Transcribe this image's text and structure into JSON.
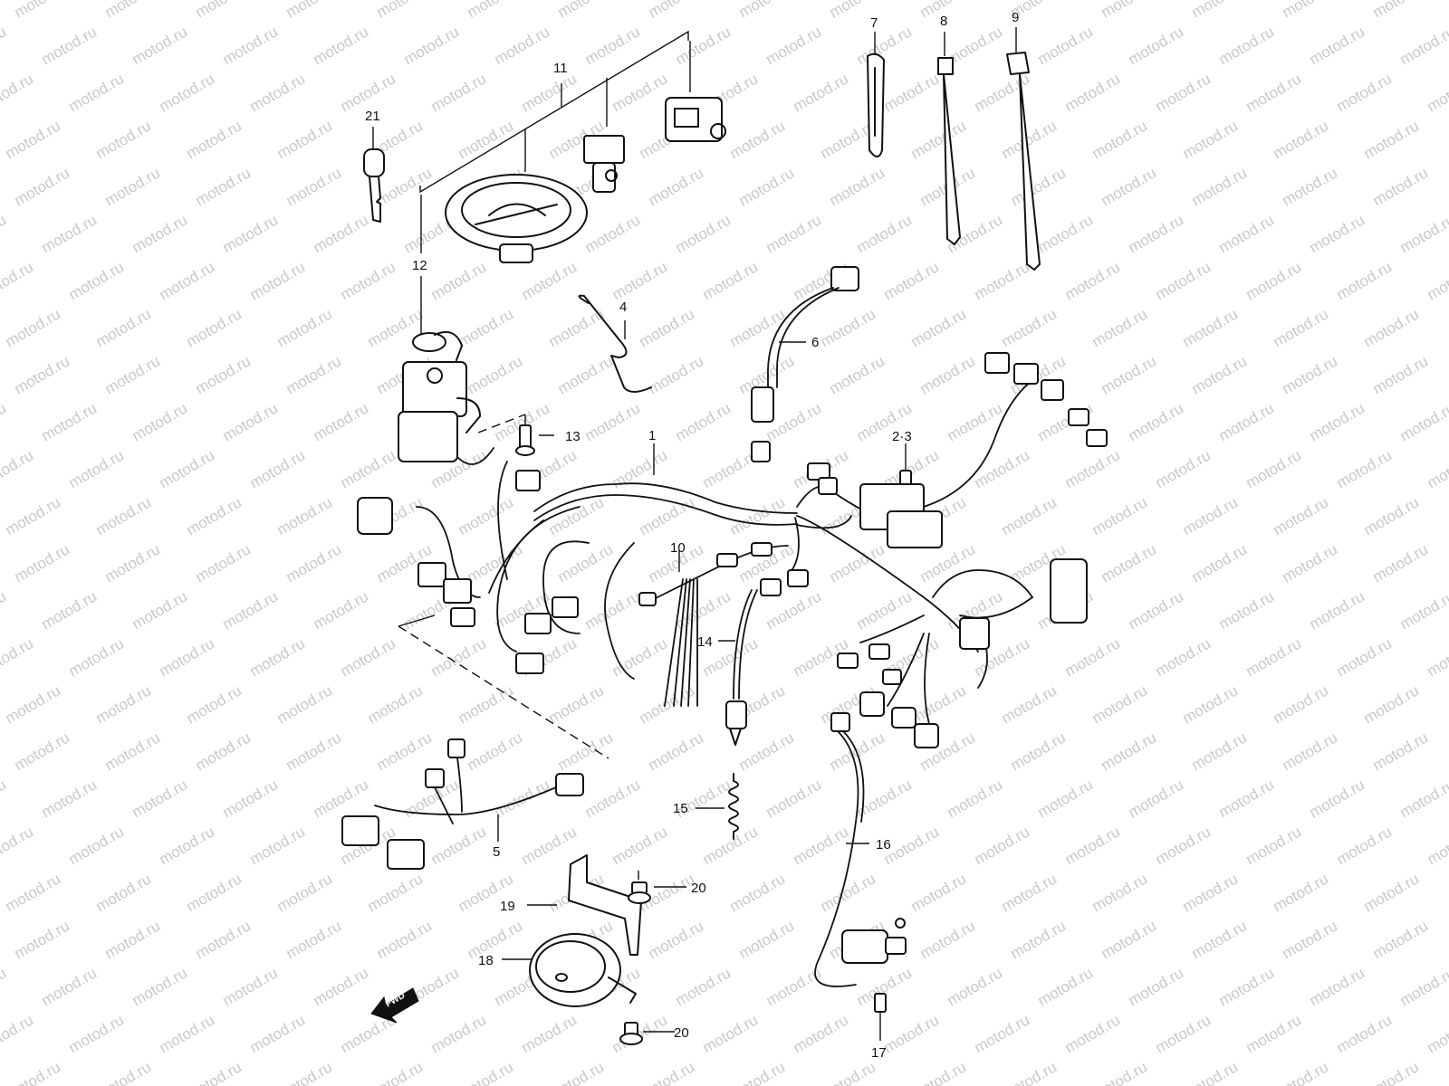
{
  "watermark": "motod.ru",
  "callouts": {
    "c1": "1",
    "c23": "2·3",
    "c4": "4",
    "c5": "5",
    "c6": "6",
    "c7": "7",
    "c8": "8",
    "c9": "9",
    "c10": "10",
    "c11": "11",
    "c12": "12",
    "c13": "13",
    "c14": "14",
    "c15": "15",
    "c16": "16",
    "c17": "17",
    "c18": "18",
    "c19": "19",
    "c20a": "20",
    "c20b": "20",
    "c21": "21"
  },
  "fwd_label": "FWD",
  "colors": {
    "line": "#111111",
    "watermark": "#c9c9c9",
    "background": "#ffffff"
  }
}
